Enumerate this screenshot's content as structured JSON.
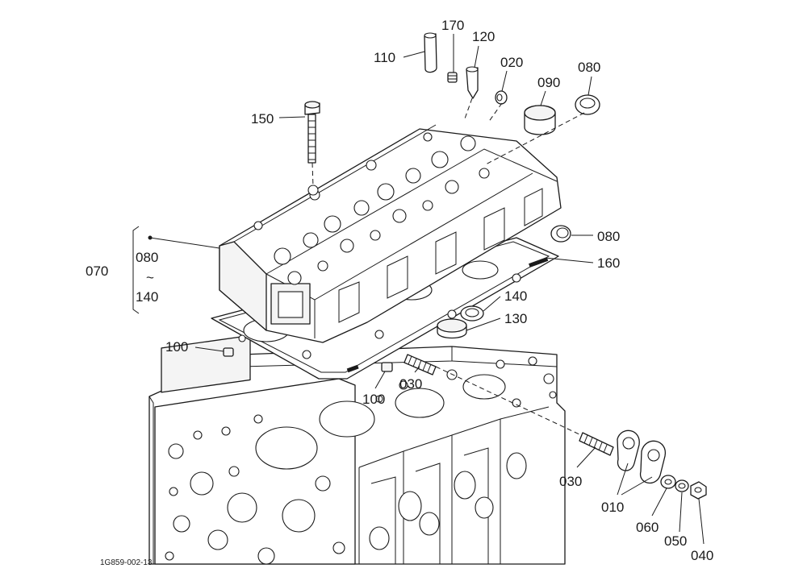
{
  "drawing_id": "1G859-002-13",
  "callouts": {
    "p010": "010",
    "p020": "020",
    "p030a": "030",
    "p030b": "030",
    "p040": "040",
    "p050": "050",
    "p060": "060",
    "p070": "070",
    "p080a": "080",
    "p080b": "080",
    "p080_range_start": "080",
    "p_range_sep": "~",
    "p140_range_end": "140",
    "p090": "090",
    "p100a": "100",
    "p100b": "100",
    "p110": "110",
    "p120": "120",
    "p130": "130",
    "p140": "140",
    "p150": "150",
    "p160": "160",
    "p170": "170"
  }
}
